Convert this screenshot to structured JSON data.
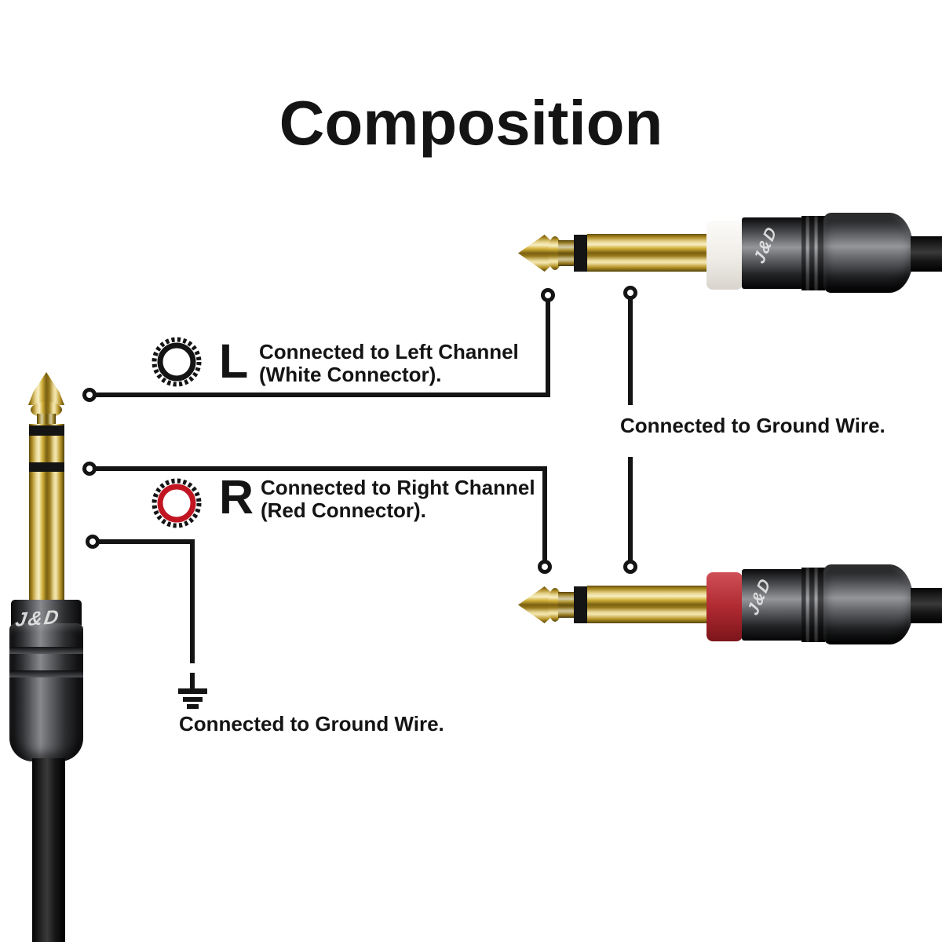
{
  "title": "Composition",
  "brand_label": "J&D",
  "left_channel": {
    "letter": "L",
    "line1": "Connected to Left Channel",
    "line2": "(White Connector)."
  },
  "right_channel": {
    "letter": "R",
    "line1": "Connected to Right Channel",
    "line2": "(Red Connector)."
  },
  "ground_right": {
    "text": "Connected to Ground Wire."
  },
  "ground_left": {
    "text": "Connected to Ground Wire."
  },
  "icons": {
    "left_ring": "knurled-connector-ring",
    "right_ring": "knurled-connector-ring-red",
    "ground": "earth-ground-symbol",
    "terminal": "wire-terminal-dot"
  },
  "colors": {
    "background": "#ffffff",
    "wire": "#141414",
    "text": "#141414",
    "gold": "#d4af37",
    "white_band": "#f1eee8",
    "red_band": "#b02a31",
    "red_ring": "#c11622",
    "plug_body": "#6b6c70",
    "cable": "#0d0d0d"
  }
}
